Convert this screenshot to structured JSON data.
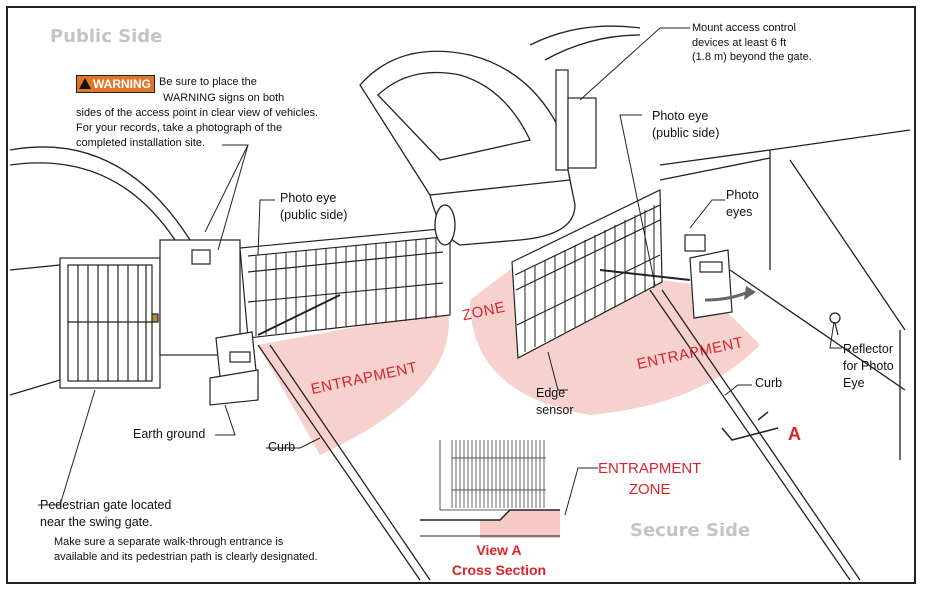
{
  "sides": {
    "public": "Public Side",
    "secure": "Secure Side"
  },
  "warning": {
    "badge": "WARNING",
    "line1": "Be sure to place the",
    "lines": [
      "WARNING signs on both",
      "sides of the access point in clear view of vehicles.",
      "For your records, take a  photograph of the",
      "completed installation site."
    ]
  },
  "mount_note": [
    "Mount access control",
    "devices at least 6 ft",
    "(1.8 m) beyond the gate."
  ],
  "photo_eye_left": [
    "Photo eye",
    "(public side)"
  ],
  "photo_eye_right": [
    "Photo eye",
    "(public side)"
  ],
  "photo_eyes": [
    "Photo",
    "eyes"
  ],
  "zone_word": "ZONE",
  "entrapment_left": "ENTRAPMENT",
  "entrapment_right": "ENTRAPMENT",
  "edge_sensor": [
    "Edge",
    "sensor"
  ],
  "reflector": [
    "Reflector",
    "for Photo",
    "Eye"
  ],
  "curb_right": "Curb",
  "curb_left": "Curb",
  "earth_ground": "Earth ground",
  "view_marker": "A",
  "entrapment_zone": [
    "ENTRAPMENT",
    "ZONE"
  ],
  "pedestrian": {
    "title": [
      "Pedestrian gate located",
      "near the swing gate."
    ],
    "note": [
      "Make sure a separate walk-through entrance is",
      "available and its pedestrian path is clearly designated."
    ]
  },
  "view_a": [
    "View A",
    "Cross Section"
  ],
  "colors": {
    "zone_fill": "#f5c9c6",
    "zone_text": "#d8232a",
    "warning_badge": "#e0762b",
    "side_label": "#c4c4c4"
  }
}
